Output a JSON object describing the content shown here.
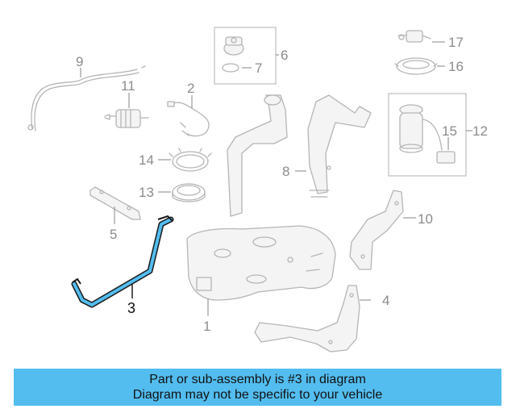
{
  "callouts": {
    "c1": "1",
    "c2": "2",
    "c3": "3",
    "c4": "4",
    "c5": "5",
    "c6": "6",
    "c7": "7",
    "c8": "8",
    "c9": "9",
    "c10": "10",
    "c11": "11",
    "c12": "12",
    "c13": "13",
    "c14": "14",
    "c15": "15",
    "c16": "16",
    "c17": "17"
  },
  "highlight": {
    "part": "3",
    "color": "#53bdf0"
  },
  "banner": {
    "line1": "Part or sub-assembly is #3 in diagram",
    "line2": "Diagram may not be specific to your vehicle",
    "background": "#53bdf0"
  }
}
